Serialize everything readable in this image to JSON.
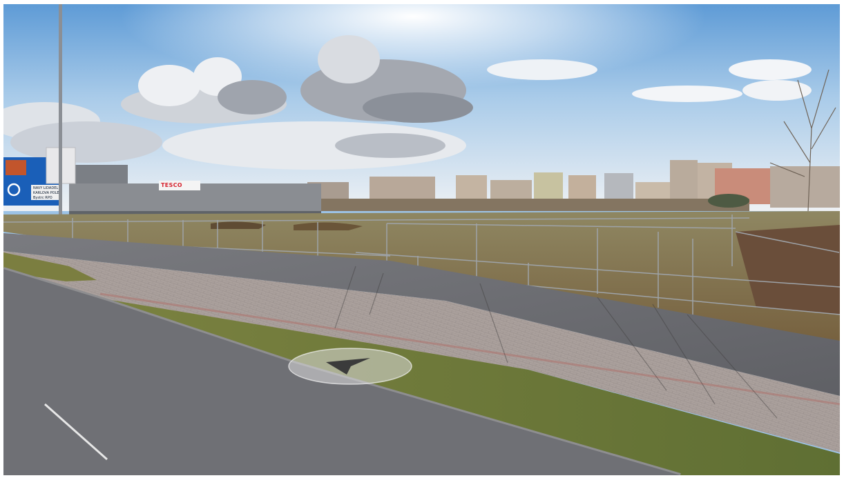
{
  "scene": {
    "type": "street-level panorama",
    "store_sign": "TESCO",
    "road_sign_lines": [
      "NAVY LIDADEL",
      "KARLOVA POLE",
      "Bystrc RPO"
    ]
  },
  "colors": {
    "sky_top": "#6fa6da",
    "sky_horizon": "#eef2f6",
    "asphalt": "#6e6f74",
    "sidewalk": "#a99f9c",
    "grass": "#6d7a3c",
    "field": "#8c7f55",
    "sign_blue": "#1a5fb8",
    "store_red": "#d6242f"
  },
  "icons": {
    "navigation": "nav-arrow-icon"
  }
}
